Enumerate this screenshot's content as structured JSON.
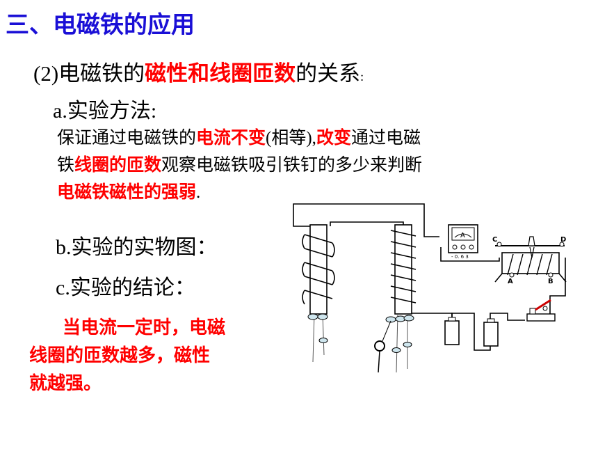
{
  "slide": {
    "title": "三、电磁铁的应用",
    "subtitle": {
      "prefix": "(2)电磁铁的",
      "highlight": "磁性和线圈匝数",
      "suffix": "的关系",
      "colon": ":"
    },
    "method_heading": "a.实验方法:",
    "method_lines": [
      [
        {
          "t": "保证通过电磁铁的",
          "hl": false
        },
        {
          "t": "电流不变",
          "hl": true
        },
        {
          "t": "(相等),",
          "hl": false
        },
        {
          "t": "改变",
          "hl": true
        },
        {
          "t": "通过电磁",
          "hl": false
        }
      ],
      [
        {
          "t": "铁",
          "hl": false
        },
        {
          "t": "线圈的匝数",
          "hl": true
        },
        {
          "t": "观察电磁铁吸引铁钉的多少来判断",
          "hl": false
        }
      ],
      [
        {
          "t": "电磁铁磁性的强弱",
          "hl": true
        },
        {
          "t": ".",
          "hl": false
        }
      ]
    ],
    "figure_heading": "b.实验的实物图：",
    "conclusion_heading": "c.实验的结论：",
    "conclusion_lines": [
      "当电流一定时，电磁",
      "线圈的匝数越多，磁性",
      "就越强。"
    ],
    "diagram": {
      "ammeter_symbol": "A",
      "ammeter_scale": "- 0. 6  3",
      "rheostat_labels": {
        "c": "C",
        "d": "D",
        "a": "A",
        "b": "B"
      }
    }
  }
}
